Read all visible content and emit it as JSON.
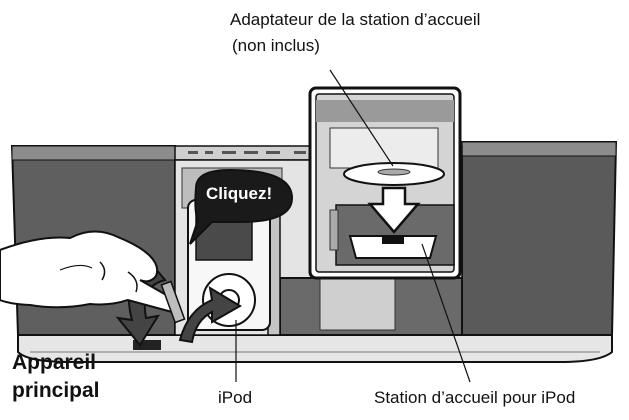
{
  "callouts": {
    "adapter_line1": "Adaptateur de la station d’accueil",
    "adapter_line2": "(non inclus)",
    "click_bubble": "Cliquez!",
    "main_unit_line1": "Appareil",
    "main_unit_line2": "principal",
    "ipod": "iPod",
    "dock": "Station d’accueil pour iPod"
  },
  "colors": {
    "body_dark": "#5a5a5a",
    "body_mid": "#8a8a8a",
    "body_light": "#d8d8d8",
    "outline": "#111111",
    "bubble": "#1a1a1a"
  }
}
